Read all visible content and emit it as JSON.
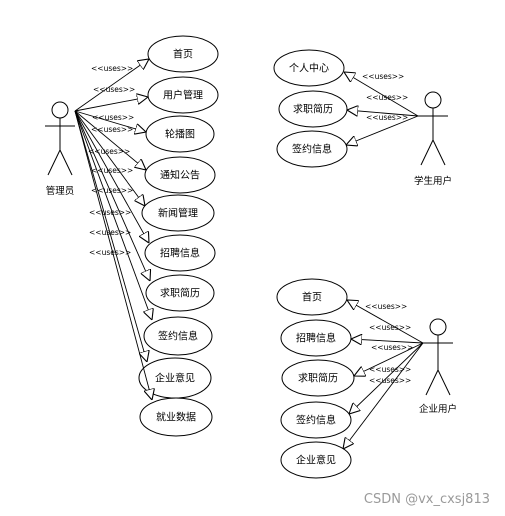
{
  "actors": {
    "admin": {
      "name": "管理员"
    },
    "student": {
      "name": "学生用户"
    },
    "company": {
      "name": "企业用户"
    }
  },
  "relation_label": "<<uses>>",
  "admin_use_cases": [
    "首页",
    "用户管理",
    "轮播图",
    "通知公告",
    "新闻管理",
    "招聘信息",
    "求职简历",
    "签约信息",
    "企业意见",
    "就业数据"
  ],
  "student_use_cases": [
    "个人中心",
    "求职简历",
    "签约信息"
  ],
  "company_use_cases": [
    "首页",
    "招聘信息",
    "求职简历",
    "签约信息",
    "企业意见"
  ],
  "watermark": "CSDN @vx_cxsj813"
}
